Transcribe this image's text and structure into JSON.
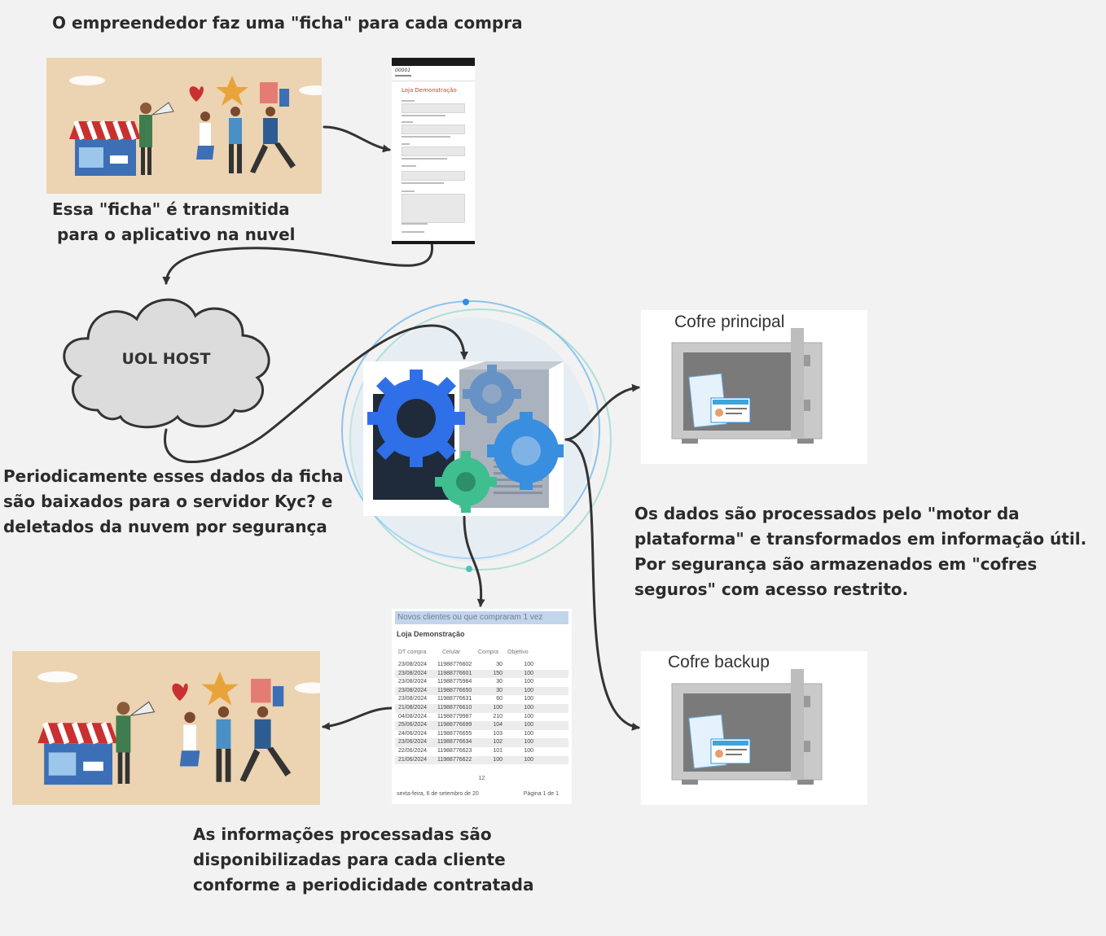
{
  "captions": {
    "top": "O empreendedor faz uma \"ficha\" para cada compra",
    "transmit": [
      "Essa \"ficha\" é transmitida",
      "para o aplicativo na nuvel"
    ],
    "download": [
      "Periodicamente esses dados da ficha",
      "são baixados para o servidor Kyc? e",
      "deletados da nuvem por segurança"
    ],
    "processing": [
      "Os dados são processados pelo \"motor da",
      "plataforma\" e transformados em informação útil.",
      "Por segurança são armazenados em \"cofres",
      "seguros\" com acesso restrito."
    ],
    "delivery": [
      "As informações processadas são",
      "disponibilizadas para cada cliente",
      "conforme a periodicidade contratada"
    ]
  },
  "cloud": {
    "label": "UOL HOST"
  },
  "phone_form": {
    "store_name": "Loja Demonstração",
    "header_code": "00001"
  },
  "vaults": {
    "primary": "Cofre principal",
    "backup": "Cofre backup"
  },
  "report": {
    "header": "Novos clientes ou que compraram 1 vez",
    "title": "Loja Demonstração",
    "columns": [
      "DT compra",
      "Celular",
      "Compra",
      "Objetivo"
    ],
    "rows": [
      [
        "23/08/2024",
        "11988776602",
        "30",
        "100"
      ],
      [
        "23/08/2024",
        "11988776601",
        "150",
        "100"
      ],
      [
        "23/08/2024",
        "11988775984",
        "30",
        "100"
      ],
      [
        "23/08/2024",
        "11988776650",
        "30",
        "100"
      ],
      [
        "23/08/2024",
        "11988776631",
        "60",
        "100"
      ],
      [
        "21/08/2024",
        "11988776610",
        "100",
        "100"
      ],
      [
        "04/08/2024",
        "11988779987",
        "210",
        "100"
      ],
      [
        "25/06/2024",
        "11988776699",
        "104",
        "100"
      ],
      [
        "24/06/2024",
        "11988776655",
        "103",
        "100"
      ],
      [
        "23/06/2024",
        "11988776634",
        "102",
        "100"
      ],
      [
        "22/06/2024",
        "11988776623",
        "101",
        "100"
      ],
      [
        "21/06/2024",
        "11988776622",
        "100",
        "100"
      ]
    ],
    "total": "12",
    "footer_date": "sexta-feira, 6 de setembro de 20",
    "footer_page": "Página 1 de 1"
  },
  "colors": {
    "accent_blue": "#3a8ee0",
    "accent_teal": "#5ec9b8",
    "gear_blue": "#2f6fe8",
    "gear_green": "#3fbf8f"
  }
}
